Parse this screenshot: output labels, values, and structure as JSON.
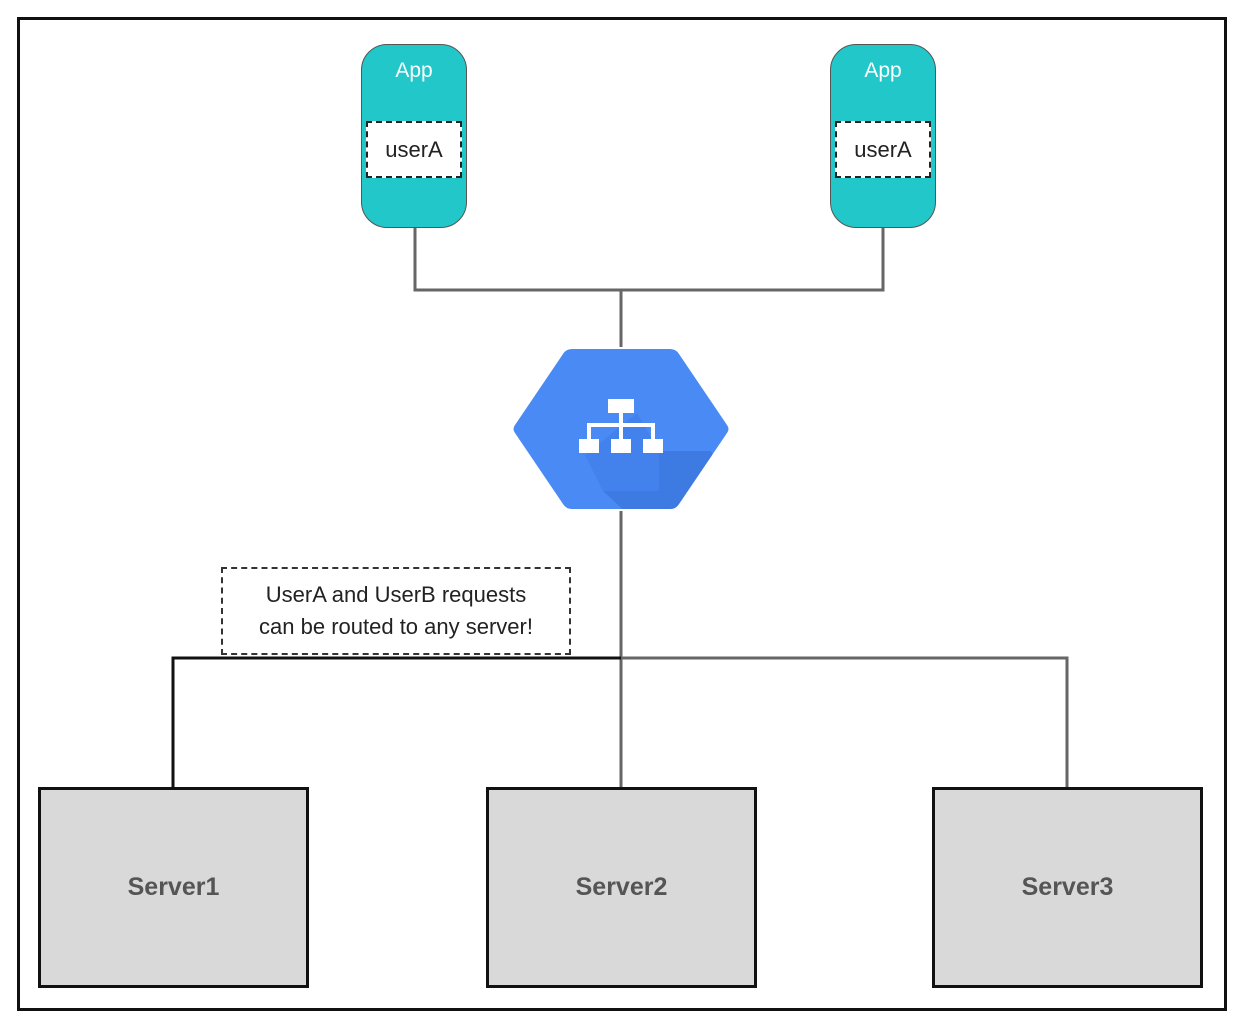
{
  "apps": [
    {
      "label": "App",
      "user": "userA"
    },
    {
      "label": "App",
      "user": "userA"
    }
  ],
  "load_balancer": {
    "icon": "load-balancer-icon"
  },
  "note": {
    "line1": "UserA and UserB requests",
    "line2": "can be routed to any server!"
  },
  "servers": [
    {
      "label": "Server1"
    },
    {
      "label": "Server2"
    },
    {
      "label": "Server3"
    }
  ],
  "colors": {
    "app": "#22c7c9",
    "load_balancer": "#4a8af4",
    "server": "#d9d9d9",
    "wire": "#666666"
  }
}
